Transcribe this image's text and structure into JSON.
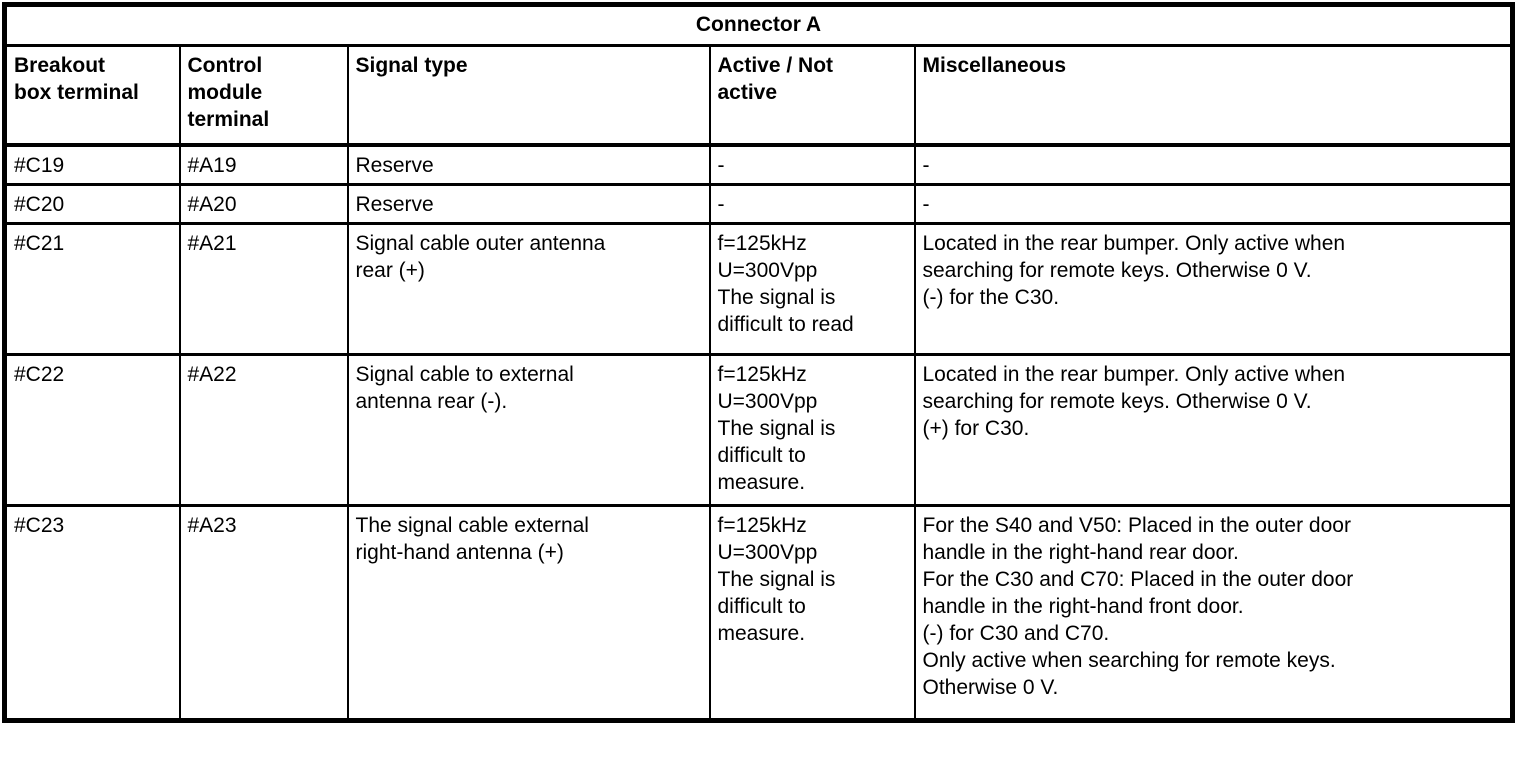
{
  "colors": {
    "text": "#000000",
    "background": "#ffffff",
    "border": "#000000"
  },
  "table": {
    "title": "Connector A",
    "headers": {
      "breakout": "Breakout\nbox terminal",
      "module": "Control\nmodule\nterminal",
      "signal": "Signal type",
      "active": "Active / Not\nactive",
      "misc": "Miscellaneous"
    },
    "rows": [
      {
        "breakout": "#C19",
        "module": "#A19",
        "signal": "Reserve",
        "active": "-",
        "misc": "-"
      },
      {
        "breakout": "#C20",
        "module": "#A20",
        "signal": "Reserve",
        "active": "-",
        "misc": "-"
      },
      {
        "breakout": "#C21",
        "module": "#A21",
        "signal": "Signal cable outer antenna\nrear (+)",
        "active": "f=125kHz\nU=300Vpp\nThe signal is\ndifficult to read",
        "misc": "Located in the rear bumper. Only active when\nsearching for remote keys. Otherwise 0 V.\n(-) for the C30."
      },
      {
        "breakout": "#C22",
        "module": "#A22",
        "signal": "Signal cable to external\nantenna rear (-).",
        "active": "f=125kHz\nU=300Vpp\nThe signal is\ndifficult to\nmeasure.",
        "misc": "Located in the rear bumper. Only active when\nsearching for remote keys. Otherwise 0 V.\n(+) for C30."
      },
      {
        "breakout": "#C23",
        "module": "#A23",
        "signal": "The signal cable external\nright-hand antenna (+)",
        "active": "f=125kHz\nU=300Vpp\nThe signal is\ndifficult to\nmeasure.",
        "misc": "For the S40 and V50: Placed in the outer door\nhandle in the right-hand rear door.\nFor the C30 and C70: Placed in the outer door\nhandle in the right-hand front door.\n(-) for C30 and C70.\nOnly active when searching for remote keys.\nOtherwise 0 V."
      }
    ]
  }
}
